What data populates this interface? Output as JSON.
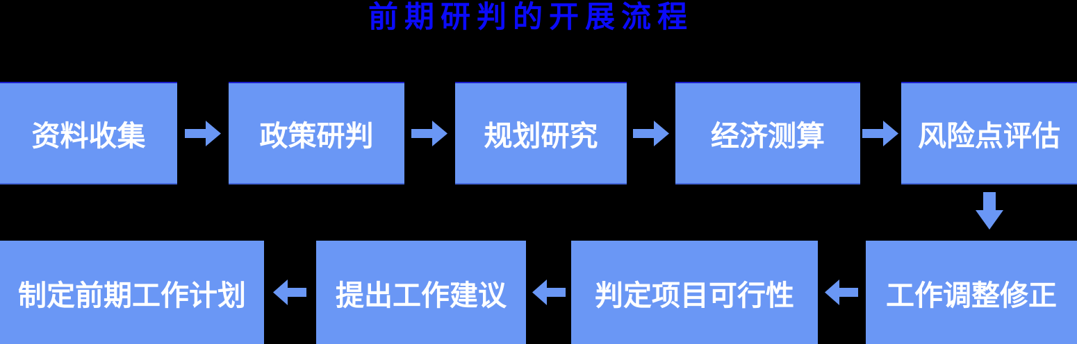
{
  "title": {
    "text": "前期研判的开展流程"
  },
  "colors": {
    "background": "#000000",
    "title_blue": "#0b0bfa",
    "box_fill": "#6a97f5",
    "box_text": "#ffffff",
    "border_dark": "#1b1ecb",
    "border_soft": "#4466d9"
  },
  "flow": {
    "top_row_direction": "right",
    "top_row": [
      {
        "label": "资料收集"
      },
      {
        "label": "政策研判"
      },
      {
        "label": "规划研究"
      },
      {
        "label": "经济测算"
      },
      {
        "label": "风险点评估"
      }
    ],
    "connector_direction": "down",
    "bottom_row_direction": "left",
    "bottom_row": [
      {
        "label": "制定前期工作计划"
      },
      {
        "label": "提出工作建议"
      },
      {
        "label": "判定项目可行性"
      },
      {
        "label": "工作调整修正"
      }
    ]
  }
}
